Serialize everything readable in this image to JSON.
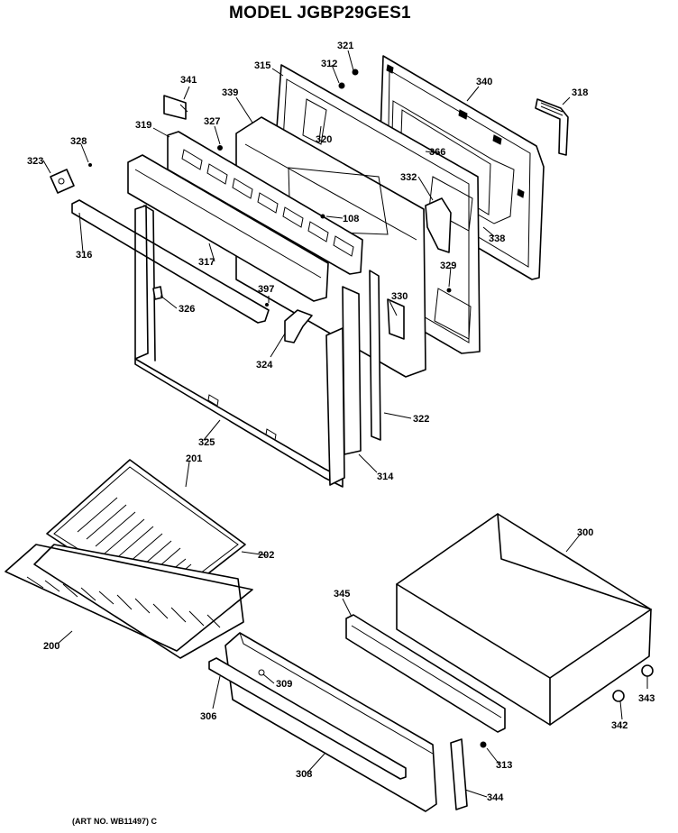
{
  "title": "MODEL JGBP29GES1",
  "art_number": "(ART NO. WB11497) C",
  "callouts": [
    {
      "id": "n321",
      "text": "321"
    },
    {
      "id": "n315",
      "text": "315"
    },
    {
      "id": "n312",
      "text": "312"
    },
    {
      "id": "n340",
      "text": "340"
    },
    {
      "id": "n318",
      "text": "318"
    },
    {
      "id": "n341",
      "text": "341"
    },
    {
      "id": "n339",
      "text": "339"
    },
    {
      "id": "n319",
      "text": "319"
    },
    {
      "id": "n327",
      "text": "327"
    },
    {
      "id": "n320",
      "text": "320"
    },
    {
      "id": "n366",
      "text": "366"
    },
    {
      "id": "n328",
      "text": "328"
    },
    {
      "id": "n323",
      "text": "323"
    },
    {
      "id": "n332",
      "text": "332"
    },
    {
      "id": "n108",
      "text": "108"
    },
    {
      "id": "n338",
      "text": "338"
    },
    {
      "id": "n316",
      "text": "316"
    },
    {
      "id": "n317",
      "text": "317"
    },
    {
      "id": "n329",
      "text": "329"
    },
    {
      "id": "n397",
      "text": "397"
    },
    {
      "id": "n330",
      "text": "330"
    },
    {
      "id": "n326",
      "text": "326"
    },
    {
      "id": "n324",
      "text": "324"
    },
    {
      "id": "n322",
      "text": "322"
    },
    {
      "id": "n325",
      "text": "325"
    },
    {
      "id": "n314",
      "text": "314"
    },
    {
      "id": "n201",
      "text": "201"
    },
    {
      "id": "n300",
      "text": "300"
    },
    {
      "id": "n202",
      "text": "202"
    },
    {
      "id": "n345",
      "text": "345"
    },
    {
      "id": "n200",
      "text": "200"
    },
    {
      "id": "n309",
      "text": "309"
    },
    {
      "id": "n306",
      "text": "306"
    },
    {
      "id": "n343",
      "text": "343"
    },
    {
      "id": "n342",
      "text": "342"
    },
    {
      "id": "n313",
      "text": "313"
    },
    {
      "id": "n308",
      "text": "308"
    },
    {
      "id": "n344",
      "text": "344"
    }
  ]
}
